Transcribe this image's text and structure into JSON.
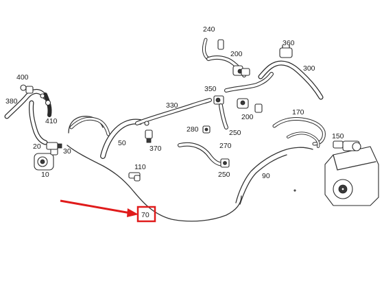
{
  "callouts": [
    {
      "id": "240",
      "text": "240"
    },
    {
      "id": "200a",
      "text": "200"
    },
    {
      "id": "360",
      "text": "360"
    },
    {
      "id": "300",
      "text": "300"
    },
    {
      "id": "400",
      "text": "400"
    },
    {
      "id": "380",
      "text": "380"
    },
    {
      "id": "410",
      "text": "410"
    },
    {
      "id": "330",
      "text": "330"
    },
    {
      "id": "350",
      "text": "350"
    },
    {
      "id": "170",
      "text": "170"
    },
    {
      "id": "200b",
      "text": "200"
    },
    {
      "id": "280",
      "text": "280"
    },
    {
      "id": "250a",
      "text": "250"
    },
    {
      "id": "50",
      "text": "50"
    },
    {
      "id": "370",
      "text": "370"
    },
    {
      "id": "20",
      "text": "20"
    },
    {
      "id": "30",
      "text": "30"
    },
    {
      "id": "270",
      "text": "270"
    },
    {
      "id": "150",
      "text": "150"
    },
    {
      "id": "10",
      "text": "10"
    },
    {
      "id": "110",
      "text": "110"
    },
    {
      "id": "250b",
      "text": "250"
    },
    {
      "id": "90",
      "text": "90"
    },
    {
      "id": "70",
      "text": "70"
    }
  ],
  "highlight": {
    "part": "70",
    "color": "#e01b1b"
  }
}
